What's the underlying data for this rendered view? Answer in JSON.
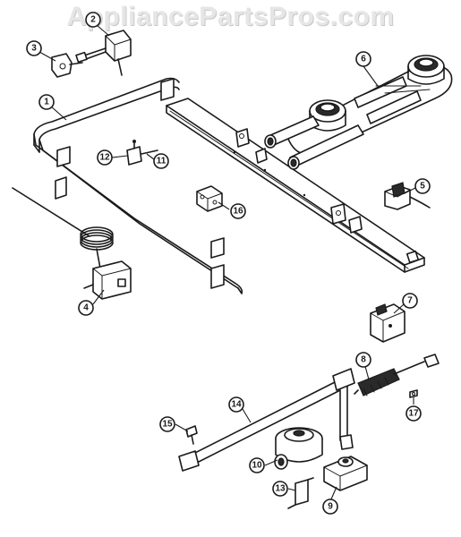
{
  "watermark": "AppliancePartsPros.com",
  "callouts": {
    "c1": "1",
    "c2": "2",
    "c3": "3",
    "c4": "4",
    "c5": "5",
    "c6": "6",
    "c7": "7",
    "c8": "8",
    "c9": "9",
    "c10": "10",
    "c11": "11",
    "c12": "12",
    "c13": "13",
    "c14": "14",
    "c15": "15",
    "c16": "16",
    "c17": "17"
  }
}
